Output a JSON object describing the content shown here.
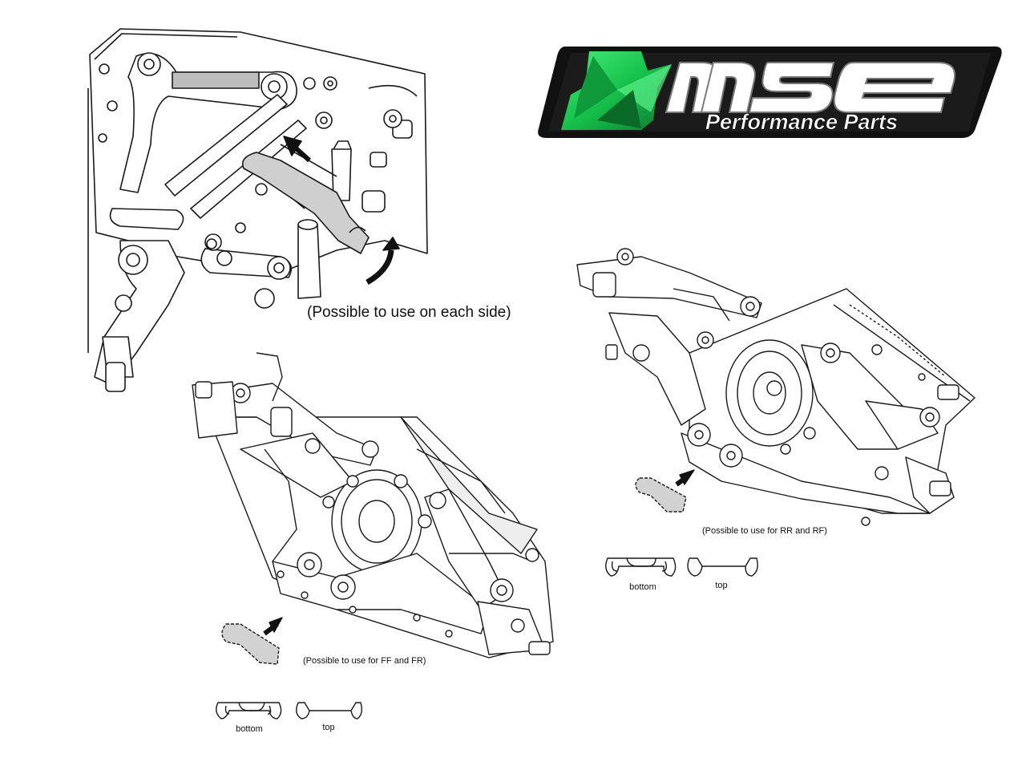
{
  "logo": {
    "wordmark": "mse",
    "tagline": "Performance Parts",
    "colors": {
      "green": "#22d15a",
      "dark": "#111111",
      "white": "#ffffff",
      "grey": "#8a8a8a"
    }
  },
  "callouts": {
    "each_side": "(Possible to use on each side)",
    "ff_fr": "(Possible to use for FF and FR)",
    "rr_rf": "(Possible to use for RR and RF)"
  },
  "shim_types": {
    "left": {
      "bottom": "bottom",
      "top": "top"
    },
    "right": {
      "bottom": "bottom",
      "top": "top"
    }
  },
  "colors": {
    "line": "#1a1a1a",
    "part_fill": "#ffffff",
    "shim_grey": "#cfcfcf",
    "arrow": "#111111"
  }
}
